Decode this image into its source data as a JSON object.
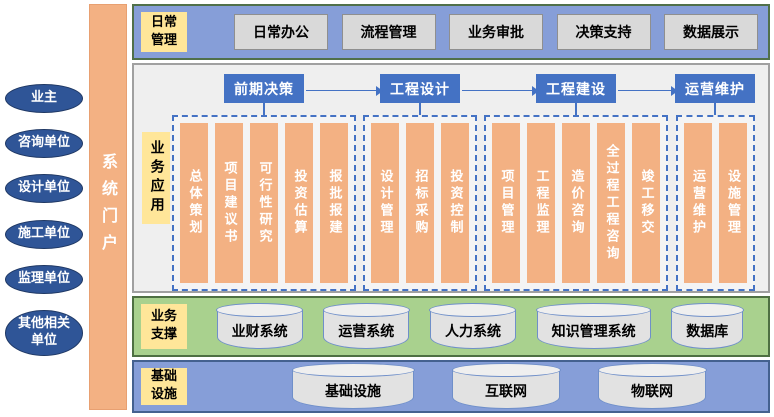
{
  "colors": {
    "accent_blue": "#4472C4",
    "band_blue": "#869ED8",
    "panel_gray": "#EFEFEF",
    "orange": "#F3B183",
    "yellow": "#FFE699",
    "oval_blue": "#2F5597",
    "support_green": "#A9D18E",
    "button_gray": "#D9D9D9"
  },
  "sidebar": {
    "portal_label": "系统门户",
    "stakeholders": [
      "业主",
      "咨询单位",
      "设计单位",
      "施工单位",
      "监理单位",
      "其他相关单位"
    ]
  },
  "daily": {
    "label": "日常管理",
    "items": [
      "日常办公",
      "流程管理",
      "业务审批",
      "决策支持",
      "数据展示"
    ]
  },
  "business": {
    "label": "业务应用",
    "phases": [
      {
        "name": "前期决策",
        "modules": [
          "总体策划",
          "项目建议书",
          "可行性研究",
          "投资估算",
          "报批报建"
        ]
      },
      {
        "name": "工程设计",
        "modules": [
          "设计管理",
          "招标采购",
          "投资控制"
        ]
      },
      {
        "name": "工程建设",
        "modules": [
          "项目管理",
          "工程监理",
          "造价咨询",
          "全过程工程咨询",
          "竣工移交"
        ]
      },
      {
        "name": "运营维护",
        "modules": [
          "运营维护",
          "设施管理"
        ]
      }
    ]
  },
  "support": {
    "label": "业务支撑",
    "systems": [
      "业财系统",
      "运营系统",
      "人力系统",
      "知识管理系统",
      "数据库"
    ]
  },
  "infrastructure": {
    "label": "基础设施",
    "systems": [
      "基础设施",
      "互联网",
      "物联网"
    ]
  }
}
